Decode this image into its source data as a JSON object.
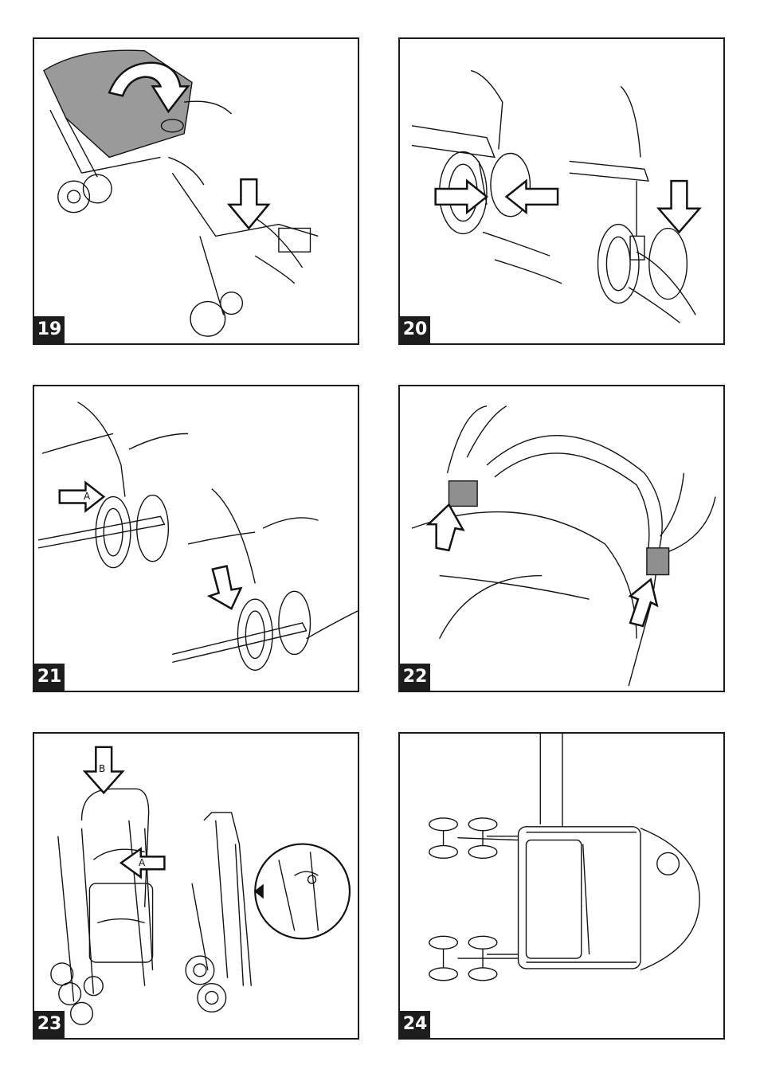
{
  "steps": [
    {
      "number": "19"
    },
    {
      "number": "20"
    },
    {
      "number": "21",
      "label_a": "A"
    },
    {
      "number": "22"
    },
    {
      "number": "23",
      "label_a": "A",
      "label_b": "B"
    },
    {
      "number": "24"
    }
  ]
}
